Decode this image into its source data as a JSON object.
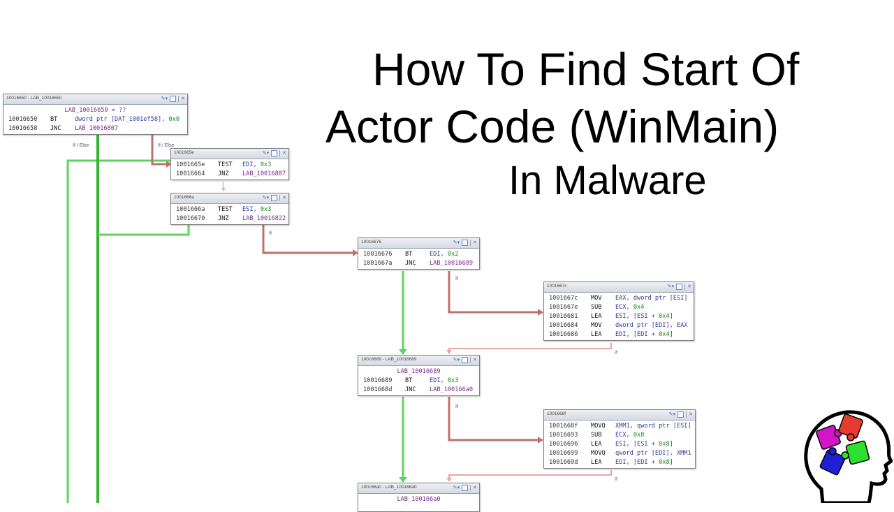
{
  "title": {
    "line1": "How To Find Start Of",
    "line2": "Actor Code (WinMain)",
    "line3": "In Malware"
  },
  "logo": {
    "name": "puzzle-brain-logo",
    "piece_colors": [
      "#e83a2e",
      "#d414c7",
      "#1f1fd6",
      "#2ee02e"
    ]
  },
  "colors": {
    "edge_true": "#5fd35f",
    "edge_false": "#c0706a",
    "edge_false_light": "#e8a8a4",
    "operand": "#2f3c9e",
    "immediate": "#1b8a1b",
    "label": "#7a2a8a"
  },
  "nodes": [
    {
      "header": "10016650 - LAB_10016650",
      "label_row": "LAB_10016650      = ??",
      "rows": [
        {
          "addr": "10016650",
          "mn": "BT",
          "op": "dword ptr [DAT_1001ef58], 0x0"
        },
        {
          "addr": "10016658",
          "mn": "JNC",
          "op": "LAB_10016807"
        }
      ]
    },
    {
      "header": "1001665e",
      "label_row": "",
      "rows": [
        {
          "addr": "1001665e",
          "mn": "TEST",
          "op": "EDI, 0x3"
        },
        {
          "addr": "10016664",
          "mn": "JNZ",
          "op": "LAB_10016807"
        }
      ]
    },
    {
      "header": "1001666a",
      "label_row": "",
      "rows": [
        {
          "addr": "1001666a",
          "mn": "TEST",
          "op": "ESI, 0x3"
        },
        {
          "addr": "10016670",
          "mn": "JNZ",
          "op": "LAB_10016822"
        }
      ]
    },
    {
      "header": "10016676",
      "label_row": "",
      "rows": [
        {
          "addr": "10016676",
          "mn": "BT",
          "op": "EDI, 0x2"
        },
        {
          "addr": "1001667a",
          "mn": "JNC",
          "op": "LAB_10016689"
        }
      ]
    },
    {
      "header": "1001667c",
      "label_row": "",
      "rows": [
        {
          "addr": "1001667c",
          "mn": "MOV",
          "op": "EAX, dword ptr [ESI]"
        },
        {
          "addr": "1001667e",
          "mn": "SUB",
          "op": "ECX, 0x4"
        },
        {
          "addr": "10016681",
          "mn": "LEA",
          "op": "ESI, [ESI + 0x4]"
        },
        {
          "addr": "10016684",
          "mn": "MOV",
          "op": "dword ptr [EDI], EAX"
        },
        {
          "addr": "10016686",
          "mn": "LEA",
          "op": "EDI, [EDI + 0x4]"
        }
      ]
    },
    {
      "header": "10016689 - LAB_10016689",
      "label_row": "LAB_10016689",
      "rows": [
        {
          "addr": "10016689",
          "mn": "BT",
          "op": "EDI, 0x3"
        },
        {
          "addr": "1001668d",
          "mn": "JNC",
          "op": "LAB_100166a0"
        }
      ]
    },
    {
      "header": "1001668f",
      "label_row": "",
      "rows": [
        {
          "addr": "1001668f",
          "mn": "MOVQ",
          "op": "XMM1, qword ptr [ESI]"
        },
        {
          "addr": "10016693",
          "mn": "SUB",
          "op": "ECX, 0x8"
        },
        {
          "addr": "10016696",
          "mn": "LEA",
          "op": "ESI, [ESI + 0x8]"
        },
        {
          "addr": "10016699",
          "mn": "MOVQ",
          "op": "qword ptr [EDI], XMM1"
        },
        {
          "addr": "1001669d",
          "mn": "LEA",
          "op": "EDI, [EDI + 0x8]"
        }
      ]
    },
    {
      "header": "100166a0 - LAB_100166a0",
      "label_row": "LAB_100166a0",
      "rows": []
    }
  ],
  "edge_labels": [
    "If / Else",
    "If / Else",
    "If",
    "If",
    "If",
    "If",
    "If"
  ]
}
